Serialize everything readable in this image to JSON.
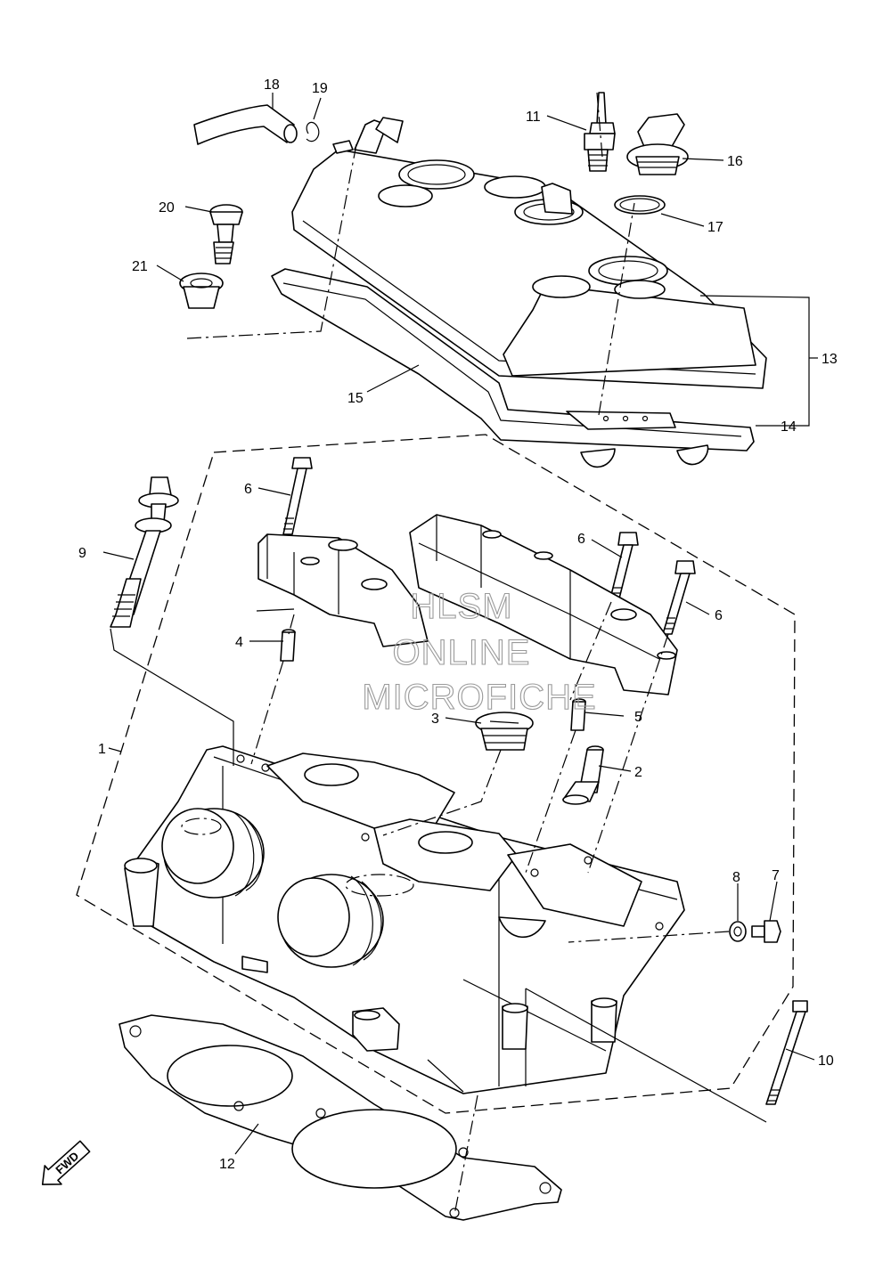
{
  "diagram": {
    "callouts": [
      "1",
      "2",
      "3",
      "4",
      "5",
      "6",
      "6",
      "6",
      "7",
      "8",
      "9",
      "10",
      "11",
      "12",
      "13",
      "14",
      "15",
      "16",
      "17",
      "18",
      "19",
      "20",
      "21"
    ],
    "watermark": [
      "HLSM",
      "ONLINE",
      "MICROFICHE"
    ],
    "direction_badge": "FWD"
  }
}
